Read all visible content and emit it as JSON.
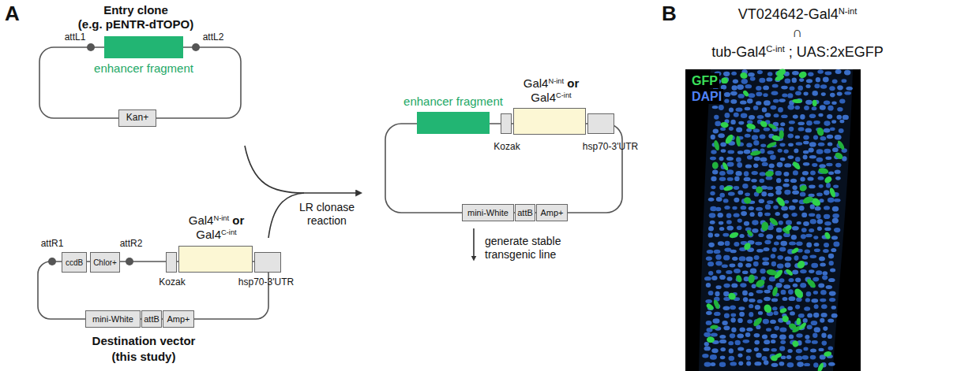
{
  "diagram": {
    "nodes": [
      {
        "text": [
          "Entry clone",
          "(e.g. pENTR-dTOPO)"
        ]
      },
      {
        "text": [
          "enhancer fragment"
        ],
        "in": 0
      },
      {
        "text": [
          "Kan+"
        ],
        "in": 0
      },
      {
        "text": [
          "Destination vector",
          "(this study)"
        ]
      },
      {
        "text": [
          "ccdB"
        ],
        "in": 3
      },
      {
        "text": [
          "Chlor+"
        ],
        "in": 3
      },
      {
        "text": [
          "Kozak"
        ],
        "in": 3
      },
      {
        "text": [
          "Gal4N-int or Gal4C-int"
        ],
        "in": 3
      },
      {
        "text": [
          "hsp70-3'UTR"
        ],
        "in": 3
      },
      {
        "text": [
          "mini-White"
        ],
        "in": 3
      },
      {
        "text": [
          "attB"
        ],
        "in": 3
      },
      {
        "text": [
          "Amp+"
        ],
        "in": 3
      },
      {
        "text": [
          "enhancer fragment"
        ]
      },
      {
        "text": [
          "Kozak"
        ]
      },
      {
        "text": [
          "Gal4N-int or Gal4C-int"
        ]
      },
      {
        "text": [
          "hsp70-3'UTR"
        ]
      },
      {
        "text": [
          "mini-White"
        ]
      },
      {
        "text": [
          "attB"
        ]
      },
      {
        "text": [
          "Amp+"
        ]
      },
      {
        "text": [
          "GFP",
          "DAPI"
        ]
      }
    ],
    "labels": [
      "A",
      "attL1",
      "attL2",
      "attR1",
      "attR2",
      "LR clonase reaction",
      "generate stable transgenic line",
      "B",
      "VT024642-Gal4N-int",
      "∩",
      "tub-Gal4C-int ; UAS:2xEGFP"
    ]
  }
}
